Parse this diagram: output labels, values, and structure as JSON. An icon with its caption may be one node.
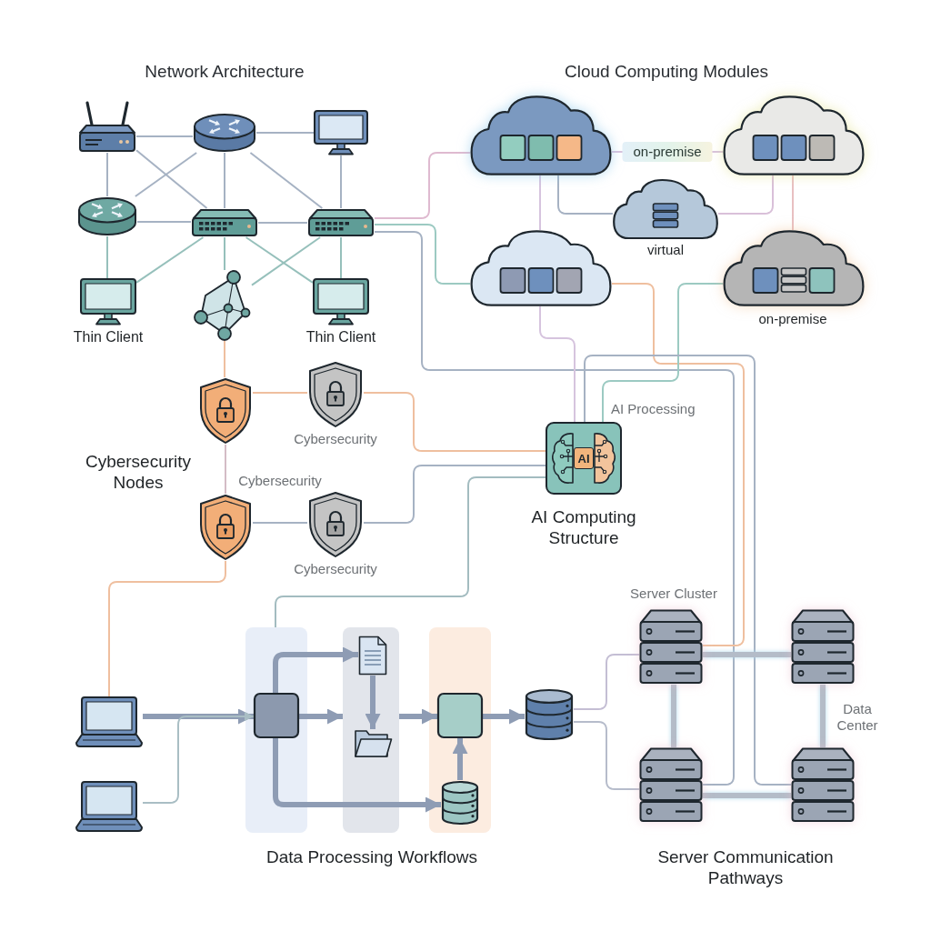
{
  "diagram": {
    "nodes": [
      {
        "text": [],
        "shape": "router"
      },
      {
        "text": [],
        "shape": "hub"
      },
      {
        "text": [],
        "shape": "monitor"
      },
      {
        "text": [],
        "shape": "hub"
      },
      {
        "text": [],
        "shape": "switch"
      },
      {
        "text": [],
        "shape": "switch"
      },
      {
        "text": [],
        "shape": "monitor",
        "beside": [
          "Thin Client"
        ]
      },
      {
        "text": [],
        "shape": "network"
      },
      {
        "text": [],
        "shape": "monitor",
        "beside": [
          "Thin Client"
        ]
      },
      {
        "text": [],
        "shape": "cloud"
      },
      {
        "text": [],
        "shape": "cloud"
      },
      {
        "text": [],
        "shape": "cloud",
        "beside": [
          "virtual"
        ]
      },
      {
        "text": [],
        "shape": "cloud"
      },
      {
        "text": [],
        "shape": "cloud",
        "beside": [
          "on-premise"
        ]
      },
      {
        "text": [],
        "shape": "shield"
      },
      {
        "text": [],
        "shape": "shield",
        "beside": [
          "Cybersecurity"
        ]
      },
      {
        "text": [],
        "shape": "shield"
      },
      {
        "text": [],
        "shape": "shield",
        "beside": [
          "Cybersecurity"
        ]
      },
      {
        "text": [
          "AI"
        ],
        "beside": [
          "AI Processing",
          "AI Computing Structure"
        ]
      },
      {
        "text": [],
        "shape": "laptop"
      },
      {
        "text": [],
        "shape": "laptop"
      },
      {
        "text": [],
        "shape": "band"
      },
      {
        "text": [],
        "shape": "box",
        "in": 21
      },
      {
        "text": [],
        "shape": "band"
      },
      {
        "text": [],
        "shape": "document",
        "in": 23
      },
      {
        "text": [],
        "shape": "folder",
        "in": 23
      },
      {
        "text": [],
        "shape": "band"
      },
      {
        "text": [],
        "shape": "box",
        "in": 26
      },
      {
        "text": [],
        "shape": "cylinder",
        "in": 26
      },
      {
        "text": [],
        "shape": "cylinder"
      },
      {
        "text": [],
        "shape": "server",
        "beside": [
          "Server Cluster"
        ]
      },
      {
        "text": [],
        "shape": "server"
      },
      {
        "text": [],
        "shape": "server"
      },
      {
        "text": [],
        "shape": "server"
      }
    ],
    "edges": [
      {
        "from": 0,
        "to": 1,
        "arrow": "none"
      },
      {
        "from": 1,
        "to": 2,
        "arrow": "none"
      },
      {
        "from": 0,
        "to": 3,
        "arrow": "none"
      },
      {
        "from": 0,
        "to": 4,
        "arrow": "none"
      },
      {
        "from": 1,
        "to": 3,
        "arrow": "none"
      },
      {
        "from": 1,
        "to": 4,
        "arrow": "none"
      },
      {
        "from": 1,
        "to": 5,
        "arrow": "none"
      },
      {
        "from": 2,
        "to": 5,
        "arrow": "none"
      },
      {
        "from": 3,
        "to": 4,
        "arrow": "none"
      },
      {
        "from": 4,
        "to": 5,
        "arrow": "none"
      },
      {
        "from": 3,
        "to": 6,
        "arrow": "none",
        "color": "#96c0bb"
      },
      {
        "from": 4,
        "to": 6,
        "arrow": "none",
        "color": "#96c0bb"
      },
      {
        "from": 4,
        "to": 7,
        "arrow": "none",
        "color": "#96c0bb"
      },
      {
        "from": 4,
        "to": 8,
        "arrow": "none",
        "color": "#96c0bb"
      },
      {
        "from": 5,
        "to": 7,
        "arrow": "none",
        "color": "#96c0bb"
      },
      {
        "from": 5,
        "to": 8,
        "arrow": "none",
        "color": "#96c0bb"
      },
      {
        "from": 5,
        "to": 9,
        "arrow": "none",
        "color": "#dfbad0"
      },
      {
        "from": 5,
        "to": 12,
        "arrow": "none",
        "color": "#9ccac2"
      },
      {
        "from": 5,
        "to": 32,
        "arrow": "none"
      },
      {
        "from": 9,
        "to": 10,
        "arrow": "none",
        "label": "on-premise",
        "color": "#d8c2dc"
      },
      {
        "from": 9,
        "to": 11,
        "arrow": "none"
      },
      {
        "from": 10,
        "to": 11,
        "arrow": "none",
        "color": "#d9c0d9"
      },
      {
        "from": 9,
        "to": 12,
        "arrow": "none",
        "color": "#d6c4de"
      },
      {
        "from": 10,
        "to": 13,
        "arrow": "none",
        "color": "#e8c0c2"
      },
      {
        "from": 12,
        "to": 18,
        "arrow": "none",
        "color": "#d6c4de"
      },
      {
        "from": 12,
        "to": 30,
        "arrow": "none",
        "color": "#efbf9f"
      },
      {
        "from": 13,
        "to": 18,
        "arrow": "none",
        "color": "#9ccac2"
      },
      {
        "from": 18,
        "to": 33,
        "arrow": "none"
      },
      {
        "from": 7,
        "to": 14,
        "arrow": "none",
        "color": "#efbf9f"
      },
      {
        "from": 14,
        "to": 15,
        "arrow": "none",
        "color": "#efbf9f"
      },
      {
        "from": 15,
        "to": 18,
        "arrow": "none",
        "color": "#efbf9f"
      },
      {
        "from": 14,
        "to": 16,
        "arrow": "none",
        "color": "#d4bcc6"
      },
      {
        "from": 16,
        "to": 17,
        "arrow": "none"
      },
      {
        "from": 17,
        "to": 18,
        "arrow": "none"
      },
      {
        "from": 16,
        "to": 19,
        "arrow": "none",
        "color": "#efbf9f"
      },
      {
        "from": 18,
        "to": 21,
        "arrow": "none",
        "color": "#a3bcc0"
      },
      {
        "from": 19,
        "to": 22,
        "arrow": "to",
        "style": "thick",
        "color": "#8e9cb4"
      },
      {
        "from": 20,
        "to": 22,
        "arrow": "to",
        "color": "#a9bec4"
      },
      {
        "from": 22,
        "to": 23,
        "arrow": "to",
        "style": "thick",
        "color": "#8e9cb4"
      },
      {
        "from": 22,
        "to": 24,
        "arrow": "to",
        "style": "thick",
        "color": "#8e9cb4"
      },
      {
        "from": 24,
        "to": 25,
        "arrow": "to",
        "style": "thick",
        "color": "#8e9cb4"
      },
      {
        "from": 23,
        "to": 27,
        "arrow": "to",
        "style": "thick",
        "color": "#8e9cb4"
      },
      {
        "from": 22,
        "to": 28,
        "arrow": "to",
        "style": "thick",
        "color": "#8e9cb4"
      },
      {
        "from": 28,
        "to": 27,
        "arrow": "to",
        "style": "thick",
        "color": "#8e9cb4"
      },
      {
        "from": 27,
        "to": 29,
        "arrow": "to",
        "style": "thick",
        "color": "#8e9cb4"
      },
      {
        "from": 29,
        "to": 30,
        "arrow": "none",
        "color": "#c4bed4"
      },
      {
        "from": 29,
        "to": 32,
        "arrow": "none",
        "color": "#b6bccb"
      },
      {
        "from": 30,
        "to": 31,
        "arrow": "none",
        "style": "thick",
        "color": "#b4bcc8"
      },
      {
        "from": 30,
        "to": 32,
        "arrow": "none",
        "style": "thick",
        "color": "#b4bcc8"
      },
      {
        "from": 31,
        "to": 33,
        "arrow": "none",
        "style": "thick",
        "color": "#b4bcc8"
      },
      {
        "from": 32,
        "to": 33,
        "arrow": "none",
        "style": "thick",
        "color": "#b4bcc8"
      }
    ],
    "labels": [
      "Network Architecture",
      "Cloud Computing Modules",
      "Cybersecurity Nodes",
      "Cybersecurity",
      "Data Center",
      "Data Processing Workflows",
      "Server Communication Pathways"
    ]
  }
}
